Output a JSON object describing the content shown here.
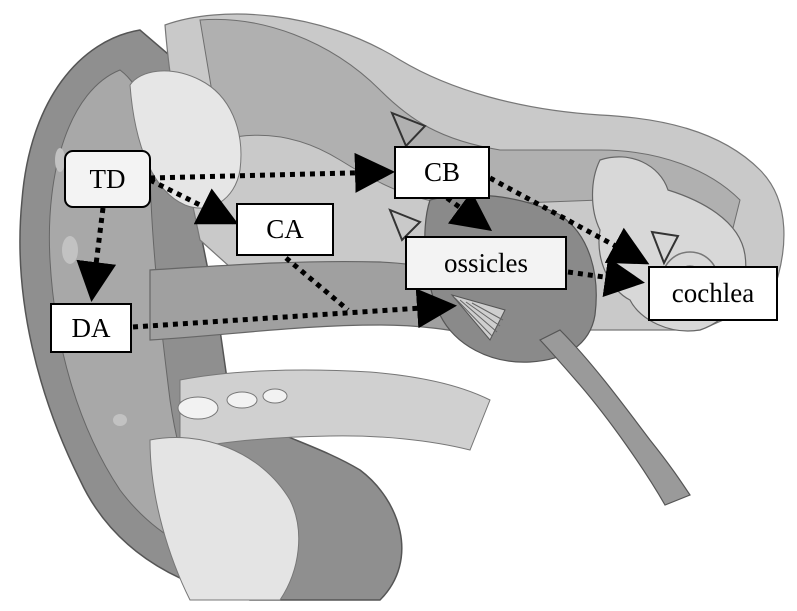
{
  "diagram": {
    "nodes": {
      "td": "TD",
      "ca": "CA",
      "da": "DA",
      "cb": "CB",
      "ossicles": "ossicles",
      "cochlea": "cochlea"
    },
    "edges": [
      {
        "from": "td",
        "to": "cb"
      },
      {
        "from": "td",
        "to": "ca"
      },
      {
        "from": "td",
        "to": "da"
      },
      {
        "from": "da",
        "to": "ossicles"
      },
      {
        "from": "cb",
        "to": "ossicles"
      },
      {
        "from": "cb",
        "to": "cochlea"
      },
      {
        "from": "ossicles",
        "to": "cochlea"
      }
    ],
    "line_style": "dotted",
    "colors": {
      "box_border": "#000000",
      "arrow": "#000000",
      "anatomy_dark": "#8c8c8c",
      "anatomy_mid": "#b9b9b9",
      "anatomy_light": "#dcdcdc"
    }
  }
}
